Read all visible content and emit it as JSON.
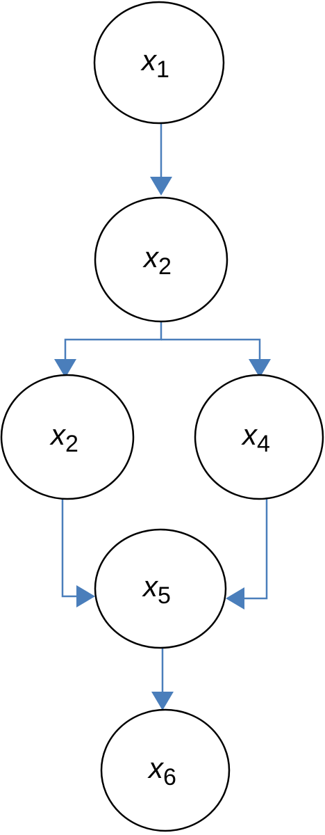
{
  "diagram": {
    "edge_color": "#4a7ebb",
    "node_stroke_color": "#000000",
    "nodes": [
      {
        "id": "n1",
        "var": "x",
        "sub": "1"
      },
      {
        "id": "n2",
        "var": "x",
        "sub": "2"
      },
      {
        "id": "n3",
        "var": "x",
        "sub": "2"
      },
      {
        "id": "n4",
        "var": "x",
        "sub": "4"
      },
      {
        "id": "n5",
        "var": "x",
        "sub": "5"
      },
      {
        "id": "n6",
        "var": "x",
        "sub": "6"
      }
    ],
    "edges": [
      {
        "from": "n1",
        "to": "n2"
      },
      {
        "from": "n2",
        "to": "n3"
      },
      {
        "from": "n2",
        "to": "n4"
      },
      {
        "from": "n3",
        "to": "n5"
      },
      {
        "from": "n4",
        "to": "n5"
      },
      {
        "from": "n5",
        "to": "n6"
      }
    ]
  }
}
